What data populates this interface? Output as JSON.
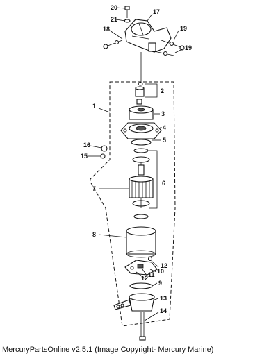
{
  "caption": "MercuryPartsOnline v2.5.1 (Image Copyright- Mercury Marine)",
  "callouts": [
    "20",
    "21",
    "17",
    "18",
    "19",
    "19",
    "2",
    "1",
    "3",
    "4",
    "5",
    "16",
    "15",
    "6",
    "7",
    "8",
    "12",
    "10",
    "11",
    "12",
    "9",
    "13",
    "14"
  ]
}
